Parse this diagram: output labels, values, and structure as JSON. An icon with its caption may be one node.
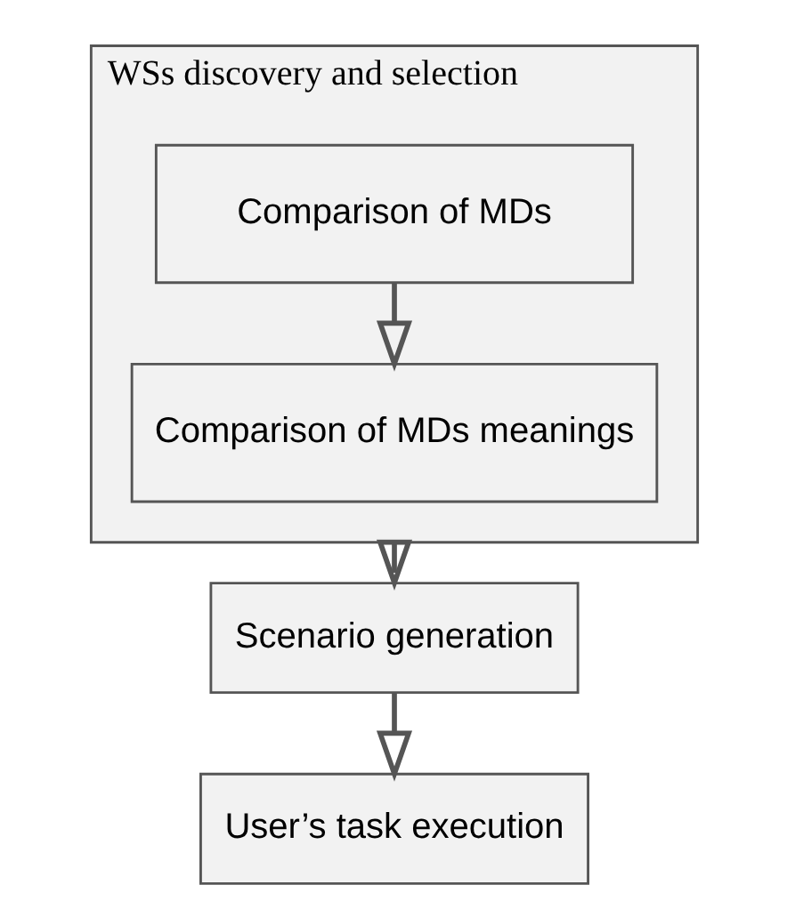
{
  "diagram": {
    "nodes": [
      {
        "text": [
          "WSs discovery and selection"
        ]
      },
      {
        "text": [
          "Comparison of MDs"
        ],
        "in": 0
      },
      {
        "text": [
          "Comparison of MDs meanings"
        ],
        "in": 0
      },
      {
        "text": [
          "Scenario generation"
        ]
      },
      {
        "text": [
          "User’s task execution"
        ]
      }
    ],
    "edges": [
      {
        "from": 1,
        "to": 2,
        "arrow": "to"
      },
      {
        "from": 0,
        "to": 3,
        "arrow": "to"
      },
      {
        "from": 3,
        "to": 4,
        "arrow": "to"
      }
    ]
  }
}
